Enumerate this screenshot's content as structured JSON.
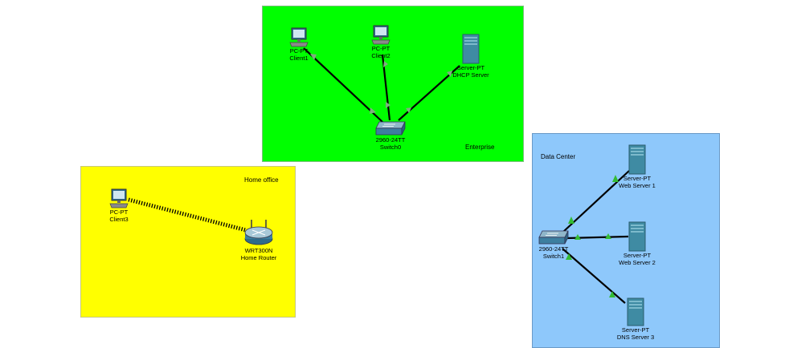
{
  "zones": {
    "enterprise": {
      "label": "Enterprise",
      "color": "#00ff00"
    },
    "home_office": {
      "label": "Home office",
      "color": "#ffff00"
    },
    "data_center": {
      "label": "Data Center",
      "color": "#8ec8fb"
    }
  },
  "devices": {
    "client1": {
      "model": "PC-PT",
      "name": "Client1"
    },
    "client2": {
      "model": "PC-PT",
      "name": "Client2"
    },
    "dhcp_server": {
      "model": "Server-PT",
      "name": "DHCP Server"
    },
    "switch0": {
      "model": "2960-24TT",
      "name": "Switch0"
    },
    "client3": {
      "model": "PC-PT",
      "name": "Client3"
    },
    "home_router": {
      "model": "WRT300N",
      "name": "Home Router"
    },
    "switch1": {
      "model": "2960-24TT",
      "name": "Switch1"
    },
    "web_server_1": {
      "model": "Server-PT",
      "name": "Web Server 1"
    },
    "web_server_2": {
      "model": "Server-PT",
      "name": "Web Server 2"
    },
    "dns_server_3": {
      "model": "Server-PT",
      "name": "DNS Server 3"
    }
  },
  "link_colors": {
    "cable": "#000000",
    "link_up": "#33bb33",
    "wireless": "#000000"
  }
}
